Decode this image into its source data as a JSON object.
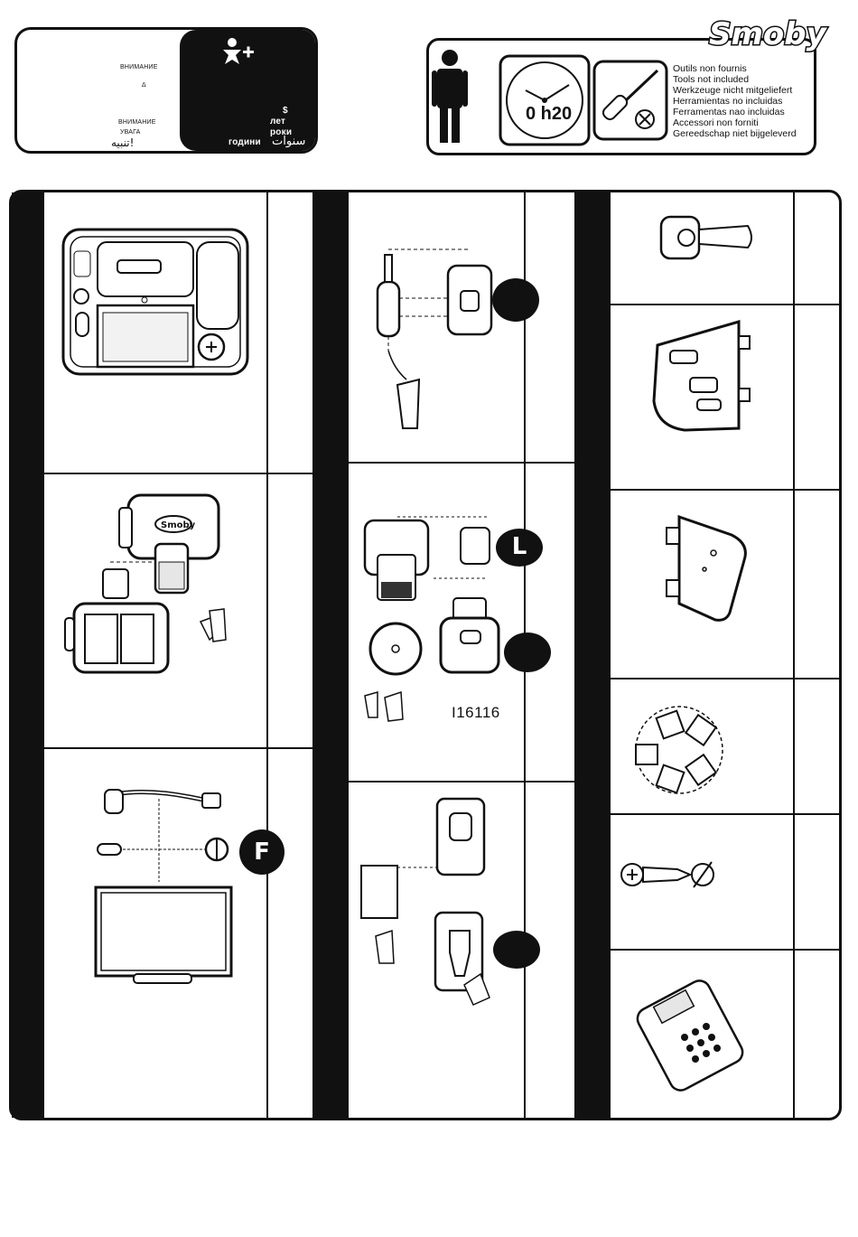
{
  "warning_card": {
    "warning_ru_1": "ВНИМАНИЕ",
    "symbol": "Δ",
    "warning_bg": "ВНИМАНИЕ",
    "warning_uk": "УВАГА",
    "warning_ar": "تنبيه!",
    "age_dollar": "$",
    "age_ru": "лет",
    "age_uk": "роки",
    "age_bg": "години",
    "age_ar": "سنوات"
  },
  "tools_card": {
    "brand": "Smoby",
    "time": "0 h20",
    "lines": [
      "Outils non  fournis",
      "Tools not included",
      "Werkzeuge nicht mitgeliefert",
      "Herramientas no incluidas",
      "Ferramentas nao incluidas",
      "Accessori non forniti",
      "Gereedschap niet bijgeleverd"
    ]
  },
  "steps": {
    "badge_f": "F",
    "badge_l": "L",
    "part_code": "I16116"
  },
  "colors": {
    "ink": "#111111",
    "paper": "#ffffff",
    "shade": "#d9d9d9"
  }
}
